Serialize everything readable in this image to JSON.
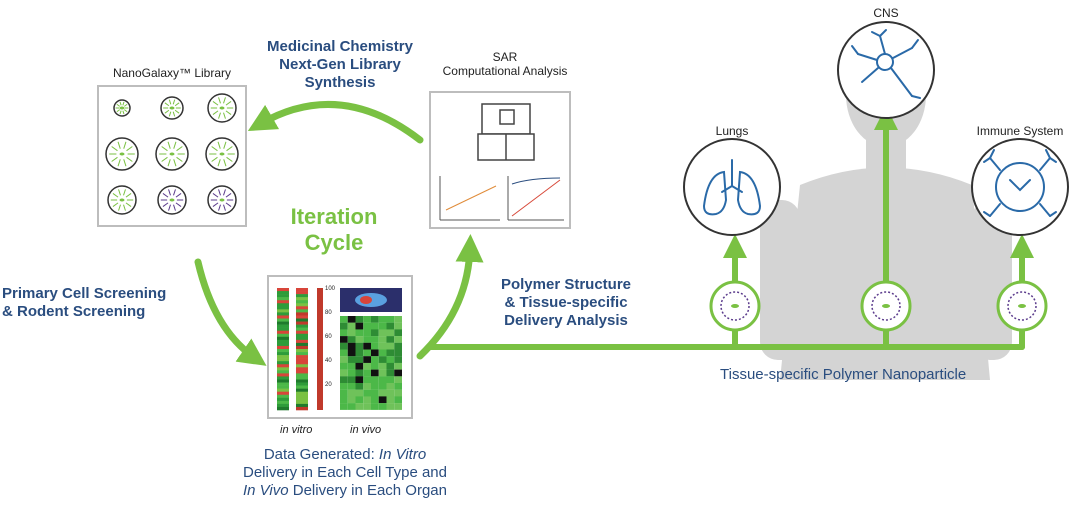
{
  "library": {
    "title": "NanoGalaxy™ Library"
  },
  "medchem": {
    "line1": "Medicinal Chemistry",
    "line2": "Next-Gen Library",
    "line3": "Synthesis"
  },
  "sar": {
    "line1": "SAR",
    "line2": "Computational Analysis"
  },
  "iteration": {
    "line1": "Iteration",
    "line2": "Cycle"
  },
  "screening": {
    "line1": "Primary Cell Screening",
    "line2": "& Rodent Screening"
  },
  "polymer": {
    "line1": "Polymer Structure",
    "line2": "& Tissue-specific",
    "line3": "Delivery Analysis"
  },
  "data_panel": {
    "in_vitro": "in vitro",
    "in_vivo": "in vivo",
    "scale": [
      "100",
      "80",
      "60",
      "40",
      "20"
    ]
  },
  "data_generated": {
    "prefix": "Data Generated: ",
    "in_vitro": "In Vitro",
    "line2": "Delivery in Each Cell Type and",
    "in_vivo": "In Vivo",
    "line3_rest": " Delivery in Each Organ"
  },
  "targets": {
    "cns": "CNS",
    "lungs": "Lungs",
    "immune": "Immune System"
  },
  "nanoparticle": {
    "label": "Tissue-specific Polymer Nanoparticle"
  },
  "colors": {
    "green": "#7ac143",
    "navy": "#2a4d7f",
    "purple": "#5b3b8c",
    "silhouette": "#d4d4d4"
  }
}
